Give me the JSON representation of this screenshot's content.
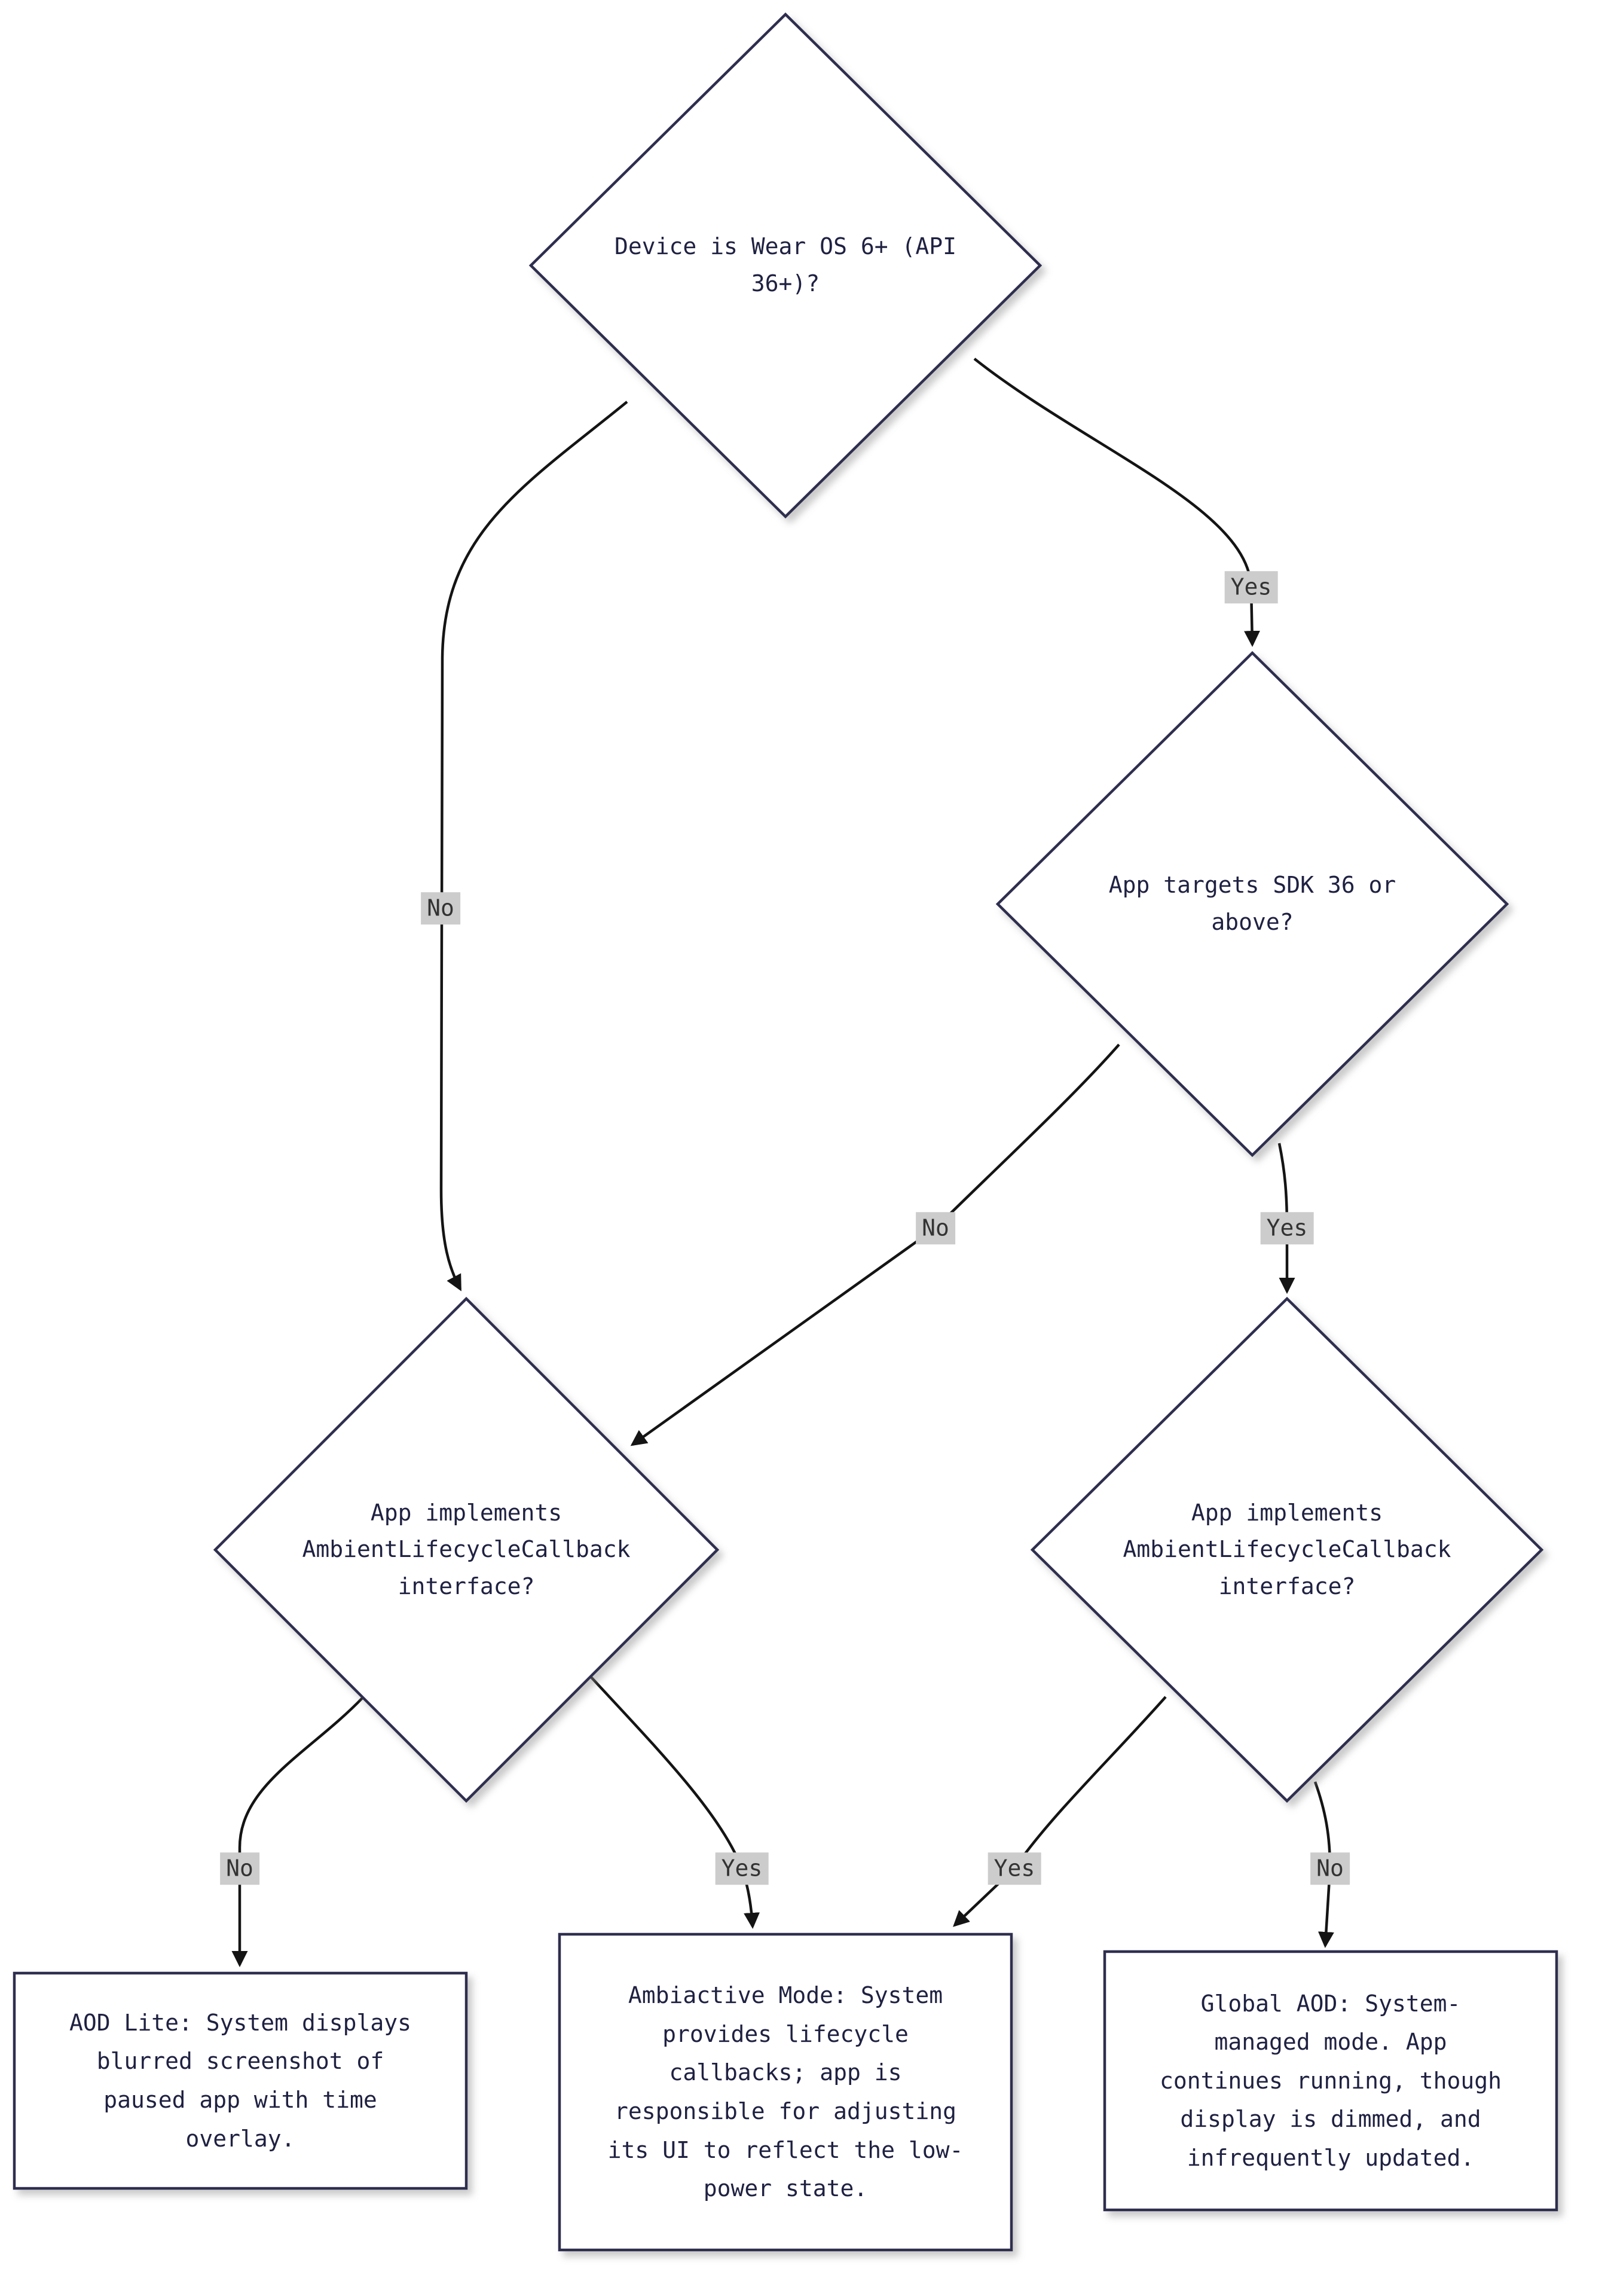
{
  "diagram": {
    "type": "flowchart",
    "background": "#ffffff",
    "colors": {
      "node_fill": "#ffffff",
      "node_border": "#2f2f4f",
      "node_text": "#1f2142",
      "edge_line": "#141414",
      "edge_label_bg": "#cccccc",
      "edge_label_text": "#333333"
    },
    "nodes": [
      {
        "id": "wearos-check",
        "type": "decision",
        "label": "Device is Wear OS 6+ (API 36+)?"
      },
      {
        "id": "sdk-check",
        "type": "decision",
        "label": "App targets SDK 36 or above?"
      },
      {
        "id": "ambient-check-left",
        "type": "decision",
        "label": "App implements AmbientLifecycleCallback interface?"
      },
      {
        "id": "ambient-check-right",
        "type": "decision",
        "label": "App implements AmbientLifecycleCallback interface?"
      },
      {
        "id": "aod-lite",
        "type": "terminal",
        "label": "AOD Lite: System displays blurred screenshot of paused app with time overlay."
      },
      {
        "id": "ambiactive",
        "type": "terminal",
        "label": "Ambiactive Mode: System provides lifecycle callbacks; app is responsible for adjusting its UI to reflect the low-power state."
      },
      {
        "id": "global-aod",
        "type": "terminal",
        "label": "Global AOD: System-managed mode. App continues running, though display is dimmed, and infrequently updated."
      }
    ],
    "edges": [
      {
        "from": "wearos-check",
        "to": "sdk-check",
        "label": "Yes"
      },
      {
        "from": "wearos-check",
        "to": "ambient-check-left",
        "label": "No"
      },
      {
        "from": "sdk-check",
        "to": "ambient-check-left",
        "label": "No"
      },
      {
        "from": "sdk-check",
        "to": "ambient-check-right",
        "label": "Yes"
      },
      {
        "from": "ambient-check-left",
        "to": "aod-lite",
        "label": "No"
      },
      {
        "from": "ambient-check-left",
        "to": "ambiactive",
        "label": "Yes"
      },
      {
        "from": "ambient-check-right",
        "to": "ambiactive",
        "label": "Yes"
      },
      {
        "from": "ambient-check-right",
        "to": "global-aod",
        "label": "No"
      }
    ]
  }
}
